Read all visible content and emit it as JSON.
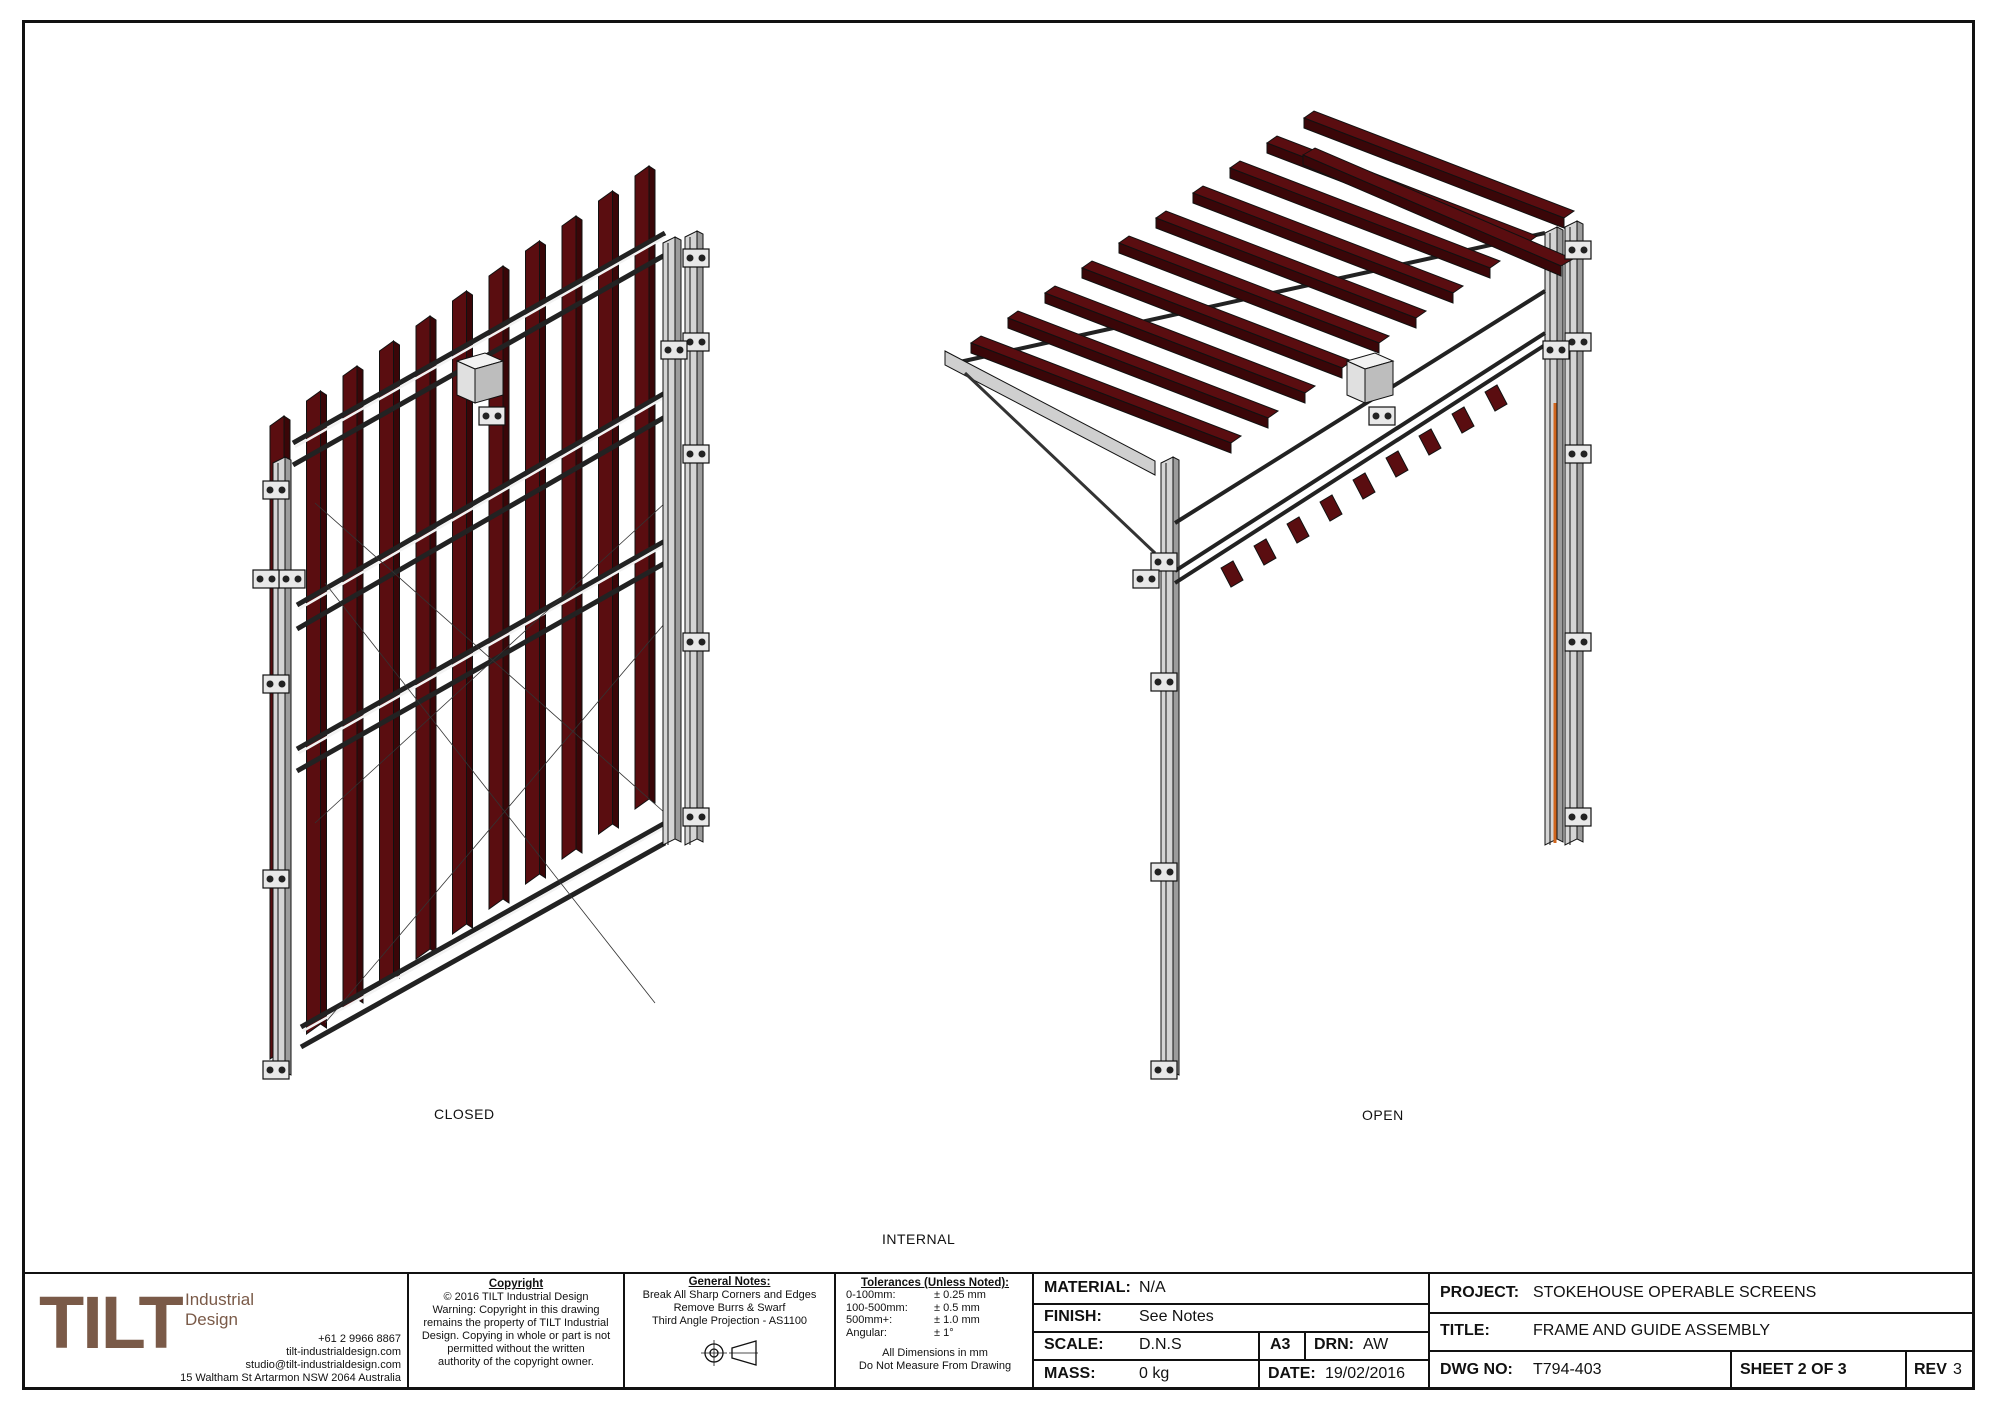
{
  "views": {
    "closed_label": "CLOSED",
    "open_label": "OPEN",
    "internal_label": "INTERNAL"
  },
  "colors": {
    "blade": "#5a0d10",
    "blade_shade": "#3a0608",
    "frame": "#d4d4d4",
    "brand": "#7a5a48",
    "accent_orange": "#d0661e"
  },
  "title_block": {
    "logo": {
      "wordmark": "TILT",
      "line1": "Industrial",
      "line2": "Design",
      "phone": "+61 2 9966 8867",
      "website": "tilt-industrialdesign.com",
      "email": "studio@tilt-industrialdesign.com",
      "address": "15 Waltham St Artarmon NSW 2064 Australia"
    },
    "copyright": {
      "heading": "Copyright",
      "line1": "© 2016 TILT Industrial Design",
      "line2": "Warning: Copyright in this drawing",
      "line3": "remains the property of TILT Industrial",
      "line4": "Design. Copying in whole or part is not",
      "line5": "permitted without the written",
      "line6": "authority of the copyright owner."
    },
    "general_notes": {
      "heading": "General Notes:",
      "line1": "Break All Sharp Corners and Edges",
      "line2": "Remove Burrs & Swarf",
      "line3": "Third Angle Projection - AS1100"
    },
    "tolerances": {
      "heading": "Tolerances (Unless Noted):",
      "rows": [
        {
          "range": "0-100mm:",
          "value": "± 0.25 mm"
        },
        {
          "range": "100-500mm:",
          "value": "± 0.5 mm"
        },
        {
          "range": "500mm+:",
          "value": "± 1.0 mm"
        },
        {
          "range": "Angular:",
          "value": "± 1°"
        }
      ],
      "note1": "All Dimensions in mm",
      "note2": "Do Not Measure From Drawing"
    },
    "material_label": "MATERIAL:",
    "material": "N/A",
    "finish_label": "FINISH:",
    "finish": "See Notes",
    "scale_label": "SCALE:",
    "scale": "D.N.S",
    "size": "A3",
    "drn_label": "DRN:",
    "drn": "AW",
    "mass_label": "MASS:",
    "mass": "0 kg",
    "date_label": "DATE:",
    "date": "19/02/2016",
    "project_label": "PROJECT:",
    "project": "STOKEHOUSE OPERABLE SCREENS",
    "title_label": "TITLE:",
    "title": "FRAME AND GUIDE ASSEMBLY",
    "dwg_label": "DWG NO:",
    "dwg": "T794-403",
    "sheet": "SHEET 2 OF 3",
    "rev_label": "REV",
    "rev": "3"
  }
}
